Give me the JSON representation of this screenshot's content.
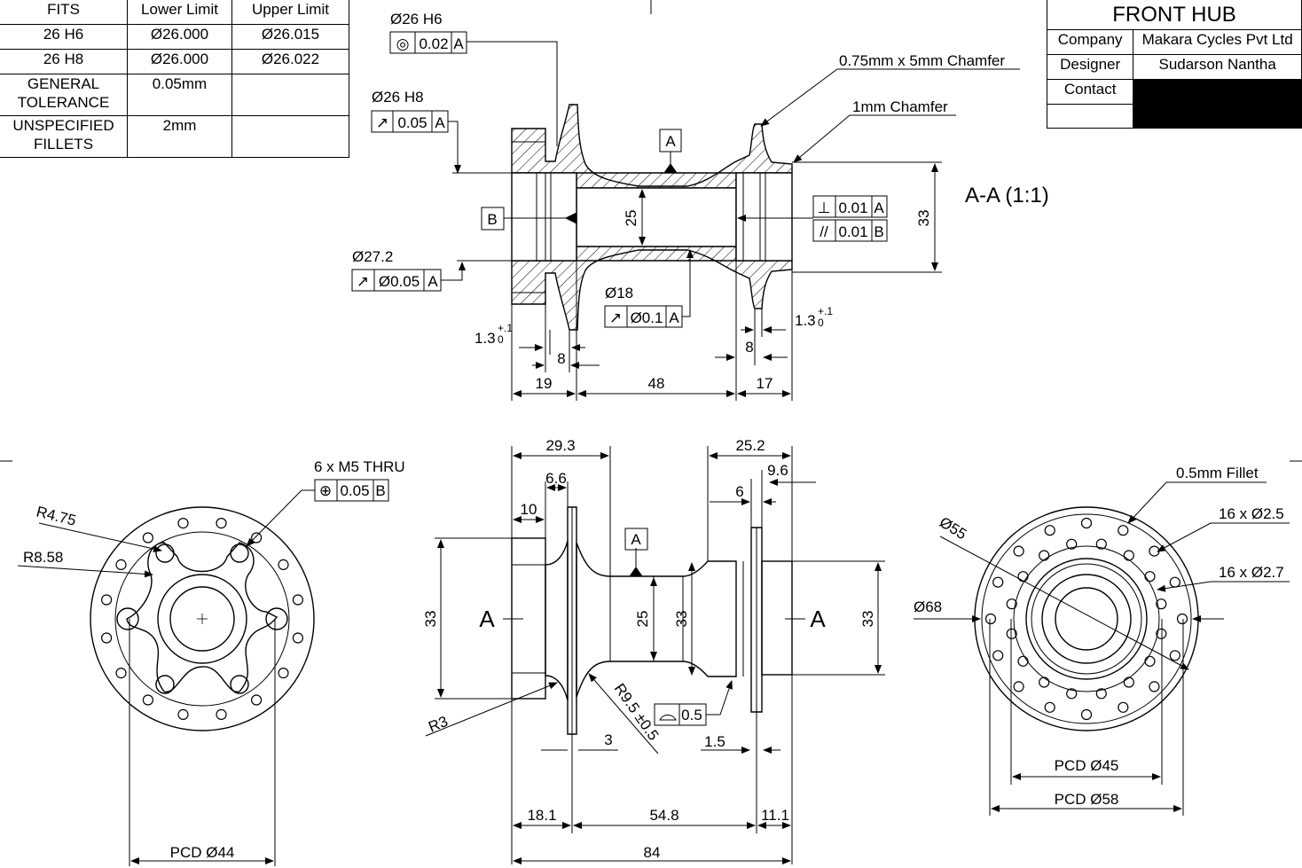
{
  "fits_table": {
    "headers": [
      "FITS",
      "Lower Limit",
      "Upper Limit"
    ],
    "rows": [
      {
        "fit": "26 H6",
        "lower": "Ø26.000",
        "upper": "Ø26.015"
      },
      {
        "fit": "26 H8",
        "lower": "Ø26.000",
        "upper": "Ø26.022"
      },
      {
        "fit": "GENERAL TOLERANCE",
        "lower": "0.05mm",
        "upper": ""
      },
      {
        "fit": "UNSPECIFIED FILLETS",
        "lower": "2mm",
        "upper": ""
      }
    ]
  },
  "title_block": {
    "title": "FRONT HUB",
    "rows": [
      {
        "label": "Company",
        "value": "Makara Cycles Pvt Ltd"
      },
      {
        "label": "Designer",
        "value": "Sudarson Nantha"
      },
      {
        "label": "Contact",
        "value": ""
      }
    ]
  },
  "section_view": {
    "label": "A-A (1:1)",
    "fcf_top": {
      "callout": "Ø26 H6",
      "symbol": "◎",
      "tol": "0.02",
      "datum": "A"
    },
    "fcf_left": {
      "callout": "Ø26 H8",
      "symbol": "↗",
      "tol": "0.05",
      "datum": "A"
    },
    "fcf_bottom": {
      "callout": "Ø27.2",
      "symbol": "↗",
      "tol": "Ø0.05",
      "datum": "A"
    },
    "fcf_mid": {
      "callout": "Ø18",
      "symbol": "↗",
      "tol": "Ø0.1",
      "datum": "A"
    },
    "fcf_right_1": {
      "symbol": "⊥",
      "tol": "0.01",
      "datum": "A"
    },
    "fcf_right_2": {
      "symbol": "//",
      "tol": "0.01",
      "datum": "B"
    },
    "datum_a": "A",
    "datum_b": "B",
    "chamfer_1": "0.75mm x 5mm Chamfer",
    "chamfer_2": "1mm Chamfer",
    "dims": {
      "bore": "25",
      "height": "33",
      "flange_left": "1.3",
      "flange_right": "1.3",
      "tol_plus": "+.1",
      "tol_zero": "0",
      "flange_gap_left": "8",
      "flange_gap_right": "8",
      "len_left": "19",
      "len_mid": "48",
      "len_right": "17"
    }
  },
  "front_view": {
    "dims": {
      "d1": "29.3",
      "d2": "6.6",
      "d3": "10",
      "d4": "25.2",
      "d5": "9.6",
      "d6": "6",
      "h_left": "33",
      "h_bore": "25",
      "h_mid": "33",
      "h_right": "33",
      "r3": "R3",
      "r95": "R9.5 ±0.5",
      "w3": "3",
      "w15": "1.5",
      "b1": "18.1",
      "b2": "54.8",
      "b3": "11.1",
      "total": "84"
    },
    "datum_a": "A",
    "cut_left": "A",
    "cut_right": "A",
    "profile_tol": "0.5"
  },
  "left_view": {
    "holes_note": "6 x M5 THRU",
    "fcf": {
      "symbol": "⊕",
      "tol": "0.05",
      "datum": "B"
    },
    "r1": "R4.75",
    "r2": "R8.58",
    "pcd": "PCD Ø44"
  },
  "right_view": {
    "fillet": "0.5mm Fillet",
    "holes1": "16 x Ø2.5",
    "holes2": "16 x Ø2.7",
    "dia55": "Ø55",
    "dia68": "Ø68",
    "pcd45": "PCD Ø45",
    "pcd58": "PCD Ø58"
  }
}
